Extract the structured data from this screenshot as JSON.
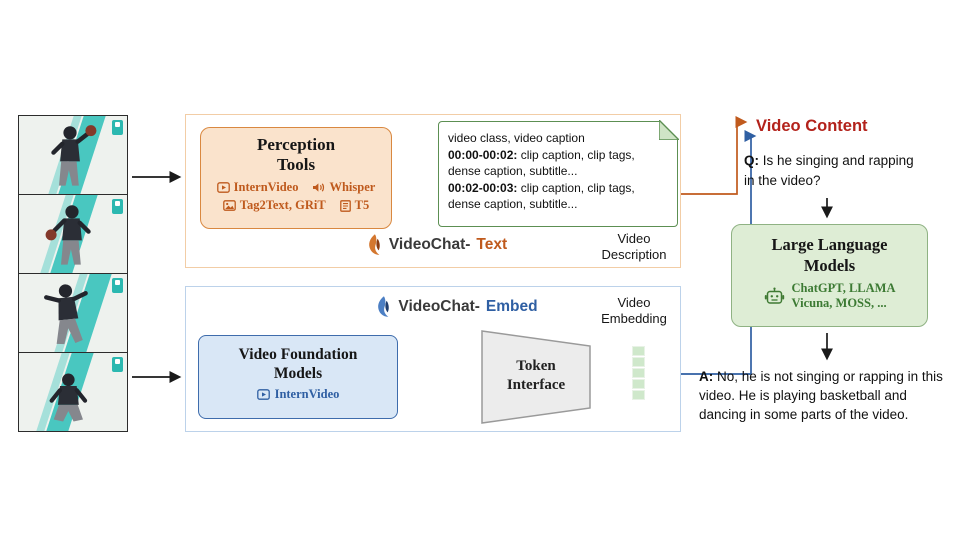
{
  "colors": {
    "orange_accent": "#C05A1D",
    "orange_fill": "#FAE3CC",
    "blue_accent": "#2F5FA3",
    "blue_fill": "#D9E7F6",
    "green_accent": "#3F7A33",
    "green_fill": "#DEEDD5",
    "red_header": "#B3221B",
    "teal_stripe": "#49C7C0"
  },
  "text_branch": {
    "perception_tools": {
      "title_line1": "Perception",
      "title_line2": "Tools",
      "tools": [
        {
          "icon": "play-video-icon",
          "label": "InternVideo"
        },
        {
          "icon": "speaker-icon",
          "label": "Whisper"
        },
        {
          "icon": "image-icon",
          "label": "Tag2Text, GRiT"
        },
        {
          "icon": "document-icon",
          "label": "T5"
        }
      ]
    },
    "description_note": {
      "line1": "video class, video caption",
      "seg1_time": "00:00-00:02:",
      "seg1_text": " clip caption, clip tags, dense caption, subtitle...",
      "seg2_time": "00:02-00:03:",
      "seg2_text": " clip caption, clip tags, dense caption, subtitle..."
    },
    "brand_prefix": "VideoChat-",
    "brand_suffix": "Text",
    "output_line1": "Video",
    "output_line2": "Description"
  },
  "embed_branch": {
    "brand_prefix": "VideoChat-",
    "brand_suffix": "Embed",
    "foundation_box": {
      "title_line1": "Video Foundation",
      "title_line2": "Models",
      "model_label": "InternVideo"
    },
    "token_interface_line1": "Token",
    "token_interface_line2": "Interface",
    "output_line1": "Video",
    "output_line2": "Embedding"
  },
  "qa_panel": {
    "header": "Video Content",
    "question_label": "Q:",
    "question_text": " Is he singing and rapping in the video?",
    "llm_box": {
      "title_line1": "Large Language",
      "title_line2": "Models",
      "models_line1": "ChatGPT, LLAMA",
      "models_line2": "Vicuna, MOSS, ..."
    },
    "answer_label": "A:",
    "answer_text": " No, he is not singing or rapping in this video. He is playing basketball and dancing in some parts of the video."
  }
}
